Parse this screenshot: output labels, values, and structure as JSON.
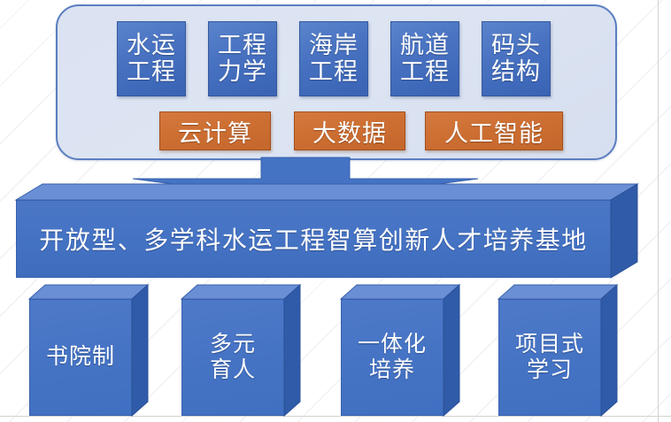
{
  "diagram": {
    "title_text": "开放型、多学科水运工程智算创新人才培养基地",
    "colors": {
      "blue_chip": "#4573C4",
      "blue_chip_border": "#36599C",
      "orange_chip": "#CD6F33",
      "orange_chip_border": "#A44F1C",
      "container_fill": "#DCE3F1",
      "container_border": "#5B7EC0",
      "cube_top_face": "#6B8FD4",
      "cube_side_face": "#2F5BA8",
      "arrow_fill": "#4573C4",
      "background": "#FFFFFF",
      "text": "#FFFFFF"
    },
    "container": {
      "name": "subject-and-technology-group",
      "disciplines": [
        {
          "id": "shuiyun-gongcheng",
          "line1": "水运",
          "line2": "工程"
        },
        {
          "id": "gongcheng-lixue",
          "line1": "工程",
          "line2": "力学"
        },
        {
          "id": "haian-gongcheng",
          "line1": "海岸",
          "line2": "工程"
        },
        {
          "id": "hangdao-gongcheng",
          "line1": "航道",
          "line2": "工程"
        },
        {
          "id": "matou-jiegou",
          "line1": "码头",
          "line2": "结构"
        }
      ],
      "technologies": [
        {
          "id": "yun-jisuan",
          "label": "云计算"
        },
        {
          "id": "da-shuju",
          "label": "大数据"
        },
        {
          "id": "rengong-zhineng",
          "label": "人工智能"
        }
      ]
    },
    "arrow": {
      "name": "down-arrow",
      "direction": "down"
    },
    "banner": {
      "name": "base-banner",
      "label": "开放型、多学科水运工程智算创新人才培养基地"
    },
    "modes": [
      {
        "id": "shuyuan-zhi",
        "line1": "书院制",
        "line2": ""
      },
      {
        "id": "duoyuan-yuren",
        "line1": "多元",
        "line2": "育人"
      },
      {
        "id": "yitihua-peiyang",
        "line1": "一体化",
        "line2": "培养"
      },
      {
        "id": "xiangmushi-xuexi",
        "line1": "项目式",
        "line2": "学习"
      }
    ]
  }
}
